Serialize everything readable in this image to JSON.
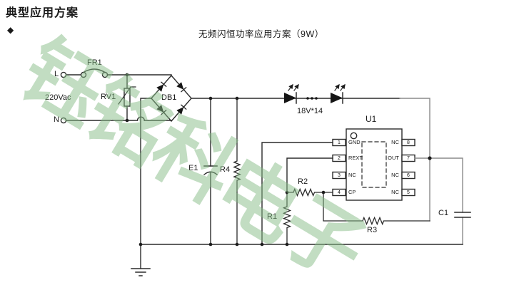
{
  "page": {
    "title": "典型应用方案",
    "bullet": "◆",
    "caption": "无频闪恒功率应用方案（9W）"
  },
  "watermark": {
    "text": "钰铭科电子"
  },
  "labels": {
    "live": "L",
    "neutral": "N",
    "voltage": "220Vac",
    "fuse": "FR1",
    "varistor": "RV1",
    "bridge": "DB1",
    "bulk_cap": "E1",
    "r4": "R4",
    "led_string": "18V*14",
    "ic": "U1",
    "r1": "R1",
    "r2": "R2",
    "r3": "R3",
    "c1": "C1"
  },
  "u1": {
    "left_pins": [
      {
        "num": "1",
        "name": "GND"
      },
      {
        "num": "2",
        "name": "REXT"
      },
      {
        "num": "3",
        "name": "NC"
      },
      {
        "num": "4",
        "name": "CP"
      }
    ],
    "right_pins": [
      {
        "num": "8",
        "name": "NC"
      },
      {
        "num": "7",
        "name": "OUT"
      },
      {
        "num": "6",
        "name": "NC"
      },
      {
        "num": "5",
        "name": "NC"
      }
    ]
  },
  "colors": {
    "wire": "#2b2b2b",
    "wire_light": "#8a8a8a",
    "watermark_green": "#86bb86"
  }
}
